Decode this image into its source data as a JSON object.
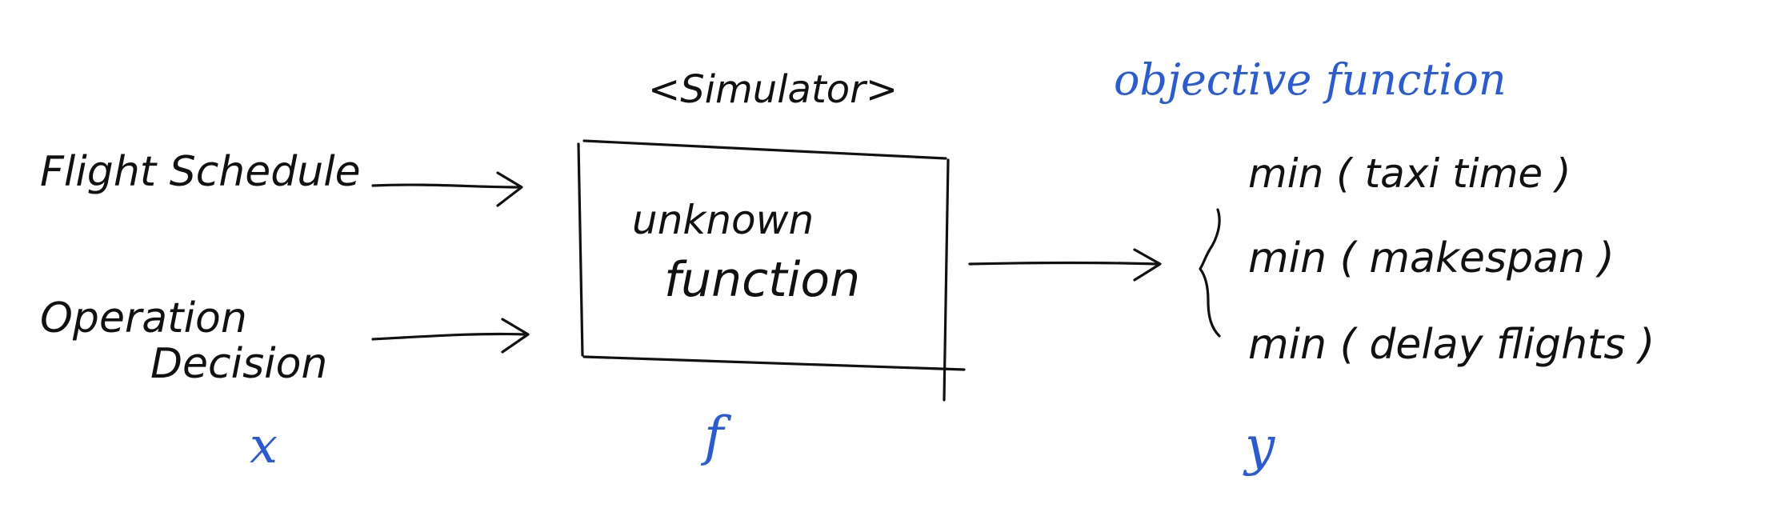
{
  "inputs": {
    "flight_schedule": "Flight Schedule",
    "operation_line1": "Operation",
    "operation_line2": "Decision",
    "variable": "x"
  },
  "simulator": {
    "label": "<Simulator>",
    "box_line1": "unknown",
    "box_line2": "function",
    "variable": "f"
  },
  "outputs": {
    "heading": "objective function",
    "objectives": [
      "min ( taxi time )",
      "min ( makespan )",
      "min ( delay flights )"
    ],
    "variable": "y"
  },
  "colors": {
    "ink": "#111111",
    "annotation": "#2a5bd7"
  }
}
